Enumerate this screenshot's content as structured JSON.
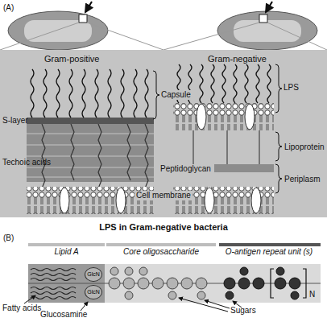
{
  "diagram": {
    "nodes": [
      {
        "text": [
          "Lipid A"
        ]
      },
      {
        "text": [
          "Core oligosaccharide"
        ]
      },
      {
        "text": [
          "O-antigen repeat unit (s)"
        ]
      },
      {
        "text": [
          "GlcN"
        ],
        "in": 0
      },
      {
        "text": [
          "GlcN"
        ],
        "in": 0
      }
    ],
    "labels": [
      "(A)",
      "Gram-positive",
      "Gram-negative",
      "Capsule",
      "S-layer",
      "LPS",
      "Techoic acids",
      "Peptidoglycan",
      "Lipoprotein",
      "Periplasm",
      "Cell membrane",
      "LPS in Gram-negative bacteria",
      "(B)",
      "Fatty acids",
      "Glucosamine",
      "Sugars",
      "N"
    ]
  }
}
